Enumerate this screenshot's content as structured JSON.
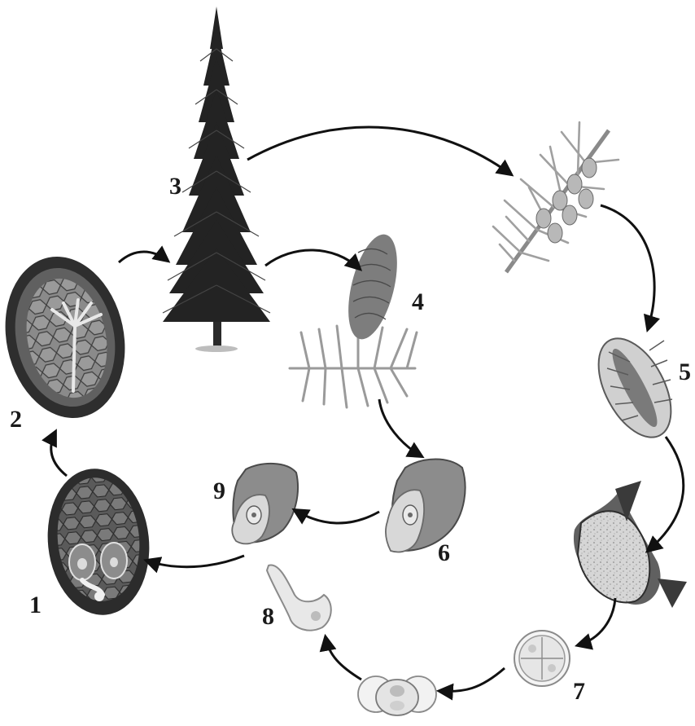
{
  "stage_labels": {
    "one": "1",
    "two": "2",
    "three": "3",
    "four": "4",
    "five": "5",
    "six": "6",
    "seven": "7",
    "eight": "8",
    "nine": "9"
  },
  "colors": {
    "arrow": "#111111",
    "dark_tissue": "#3a3a3a",
    "mid_tissue": "#777777",
    "light_tissue": "#d8d8d8",
    "needle": "#9a9a9a"
  },
  "icons": {
    "tree": "spruce-tree-icon",
    "cone_branch": "branch-with-cone-icon",
    "pollen_branch": "branch-with-male-cones-icon"
  }
}
